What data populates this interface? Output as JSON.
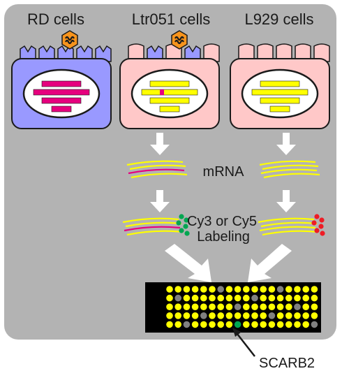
{
  "cells": [
    {
      "label": "RD cells",
      "fill": "#9999ff",
      "stroke": "#1a1a1a"
    },
    {
      "label": "Ltr051 cells",
      "fill": "#ffc8c8",
      "stroke": "#1a1a1a"
    },
    {
      "label": "L929 cells",
      "fill": "#ffc8c8",
      "stroke": "#1a1a1a"
    }
  ],
  "labels": {
    "mrna": "mRNA",
    "labeling_line1": "Cy3 or Cy5",
    "labeling_line2": "Labeling",
    "gene": "SCARB2"
  },
  "colors": {
    "panel": "#b3b3b3",
    "arrow": "#ffffff",
    "outline": "#1a1a1a",
    "yellow": "#ffff00",
    "magenta": "#e6007e",
    "green": "#00a651",
    "red": "#ee1c25",
    "array_bg": "#000000",
    "spot_gray": "#808080",
    "virus": "#f7941d",
    "receptor_blue": "#9999ff"
  }
}
